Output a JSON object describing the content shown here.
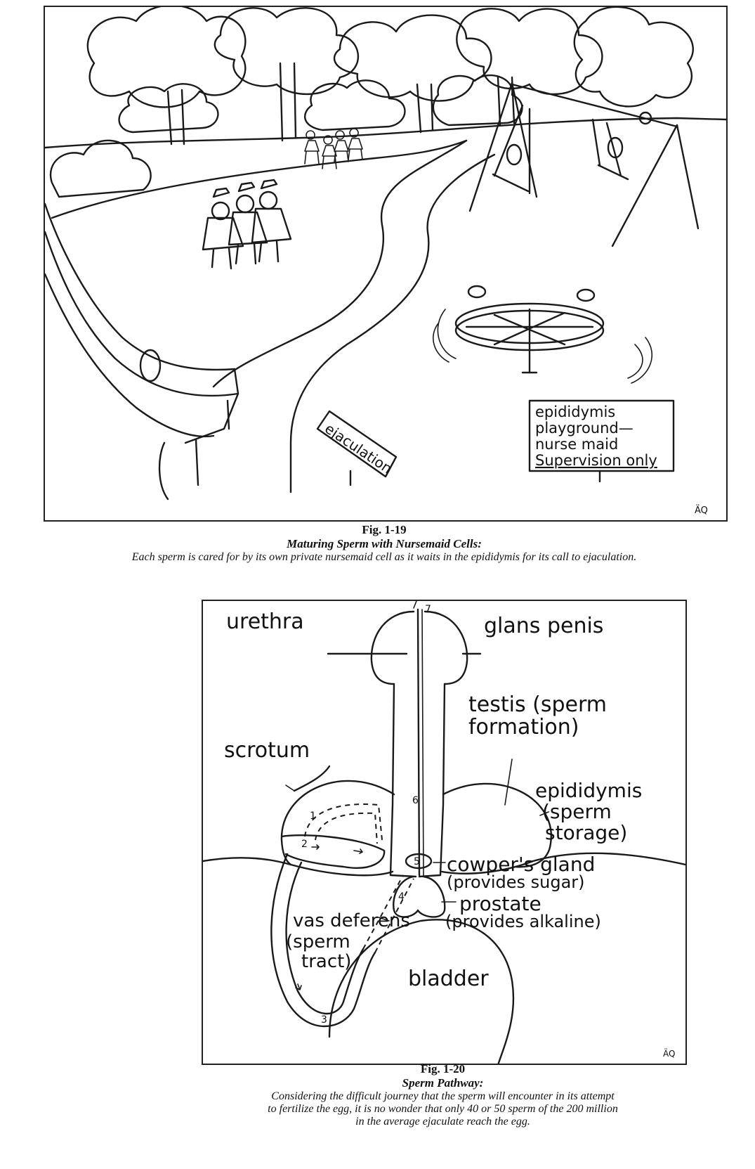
{
  "figure1": {
    "sign_text": "ejaculation",
    "box_lines": [
      "epididymis",
      "playground—",
      "nurse maid",
      "Supervision only"
    ],
    "signature": "ÄQ",
    "caption_number": "Fig. 1-19",
    "caption_title": "Maturing Sperm with Nursemaid Cells:",
    "caption_text": "Each sperm is cared for by its own private nursemaid cell as it waits in the epididymis for its call to ejaculation."
  },
  "figure2": {
    "labels": {
      "urethra": "urethra",
      "glans_penis": "glans penis",
      "testis": "testis (sperm",
      "testis_2": "formation)",
      "scrotum": "scrotum",
      "epididymis": "epididymis",
      "epididymis_2": "(sperm",
      "epididymis_3": "storage)",
      "cowpers": "cowper's gland",
      "cowpers_2": "(provides sugar)",
      "prostate": "prostate",
      "prostate_2": "(provides alkaline)",
      "vas": "vas deferens",
      "vas_2": "(sperm",
      "vas_3": "tract)",
      "bladder": "bladder"
    },
    "step_numbers": [
      "1",
      "2",
      "3",
      "4",
      "5",
      "6",
      "7"
    ],
    "signature": "ÄQ",
    "caption_number": "Fig. 1-20",
    "caption_title": "Sperm Pathway:",
    "caption_line1": "Considering the difficult journey that the sperm will encounter in its attempt",
    "caption_line2": "to fertilize the egg, it is no wonder that only 40 or 50 sperm of the 200 million",
    "caption_line3": "in the average ejaculate reach the egg."
  }
}
